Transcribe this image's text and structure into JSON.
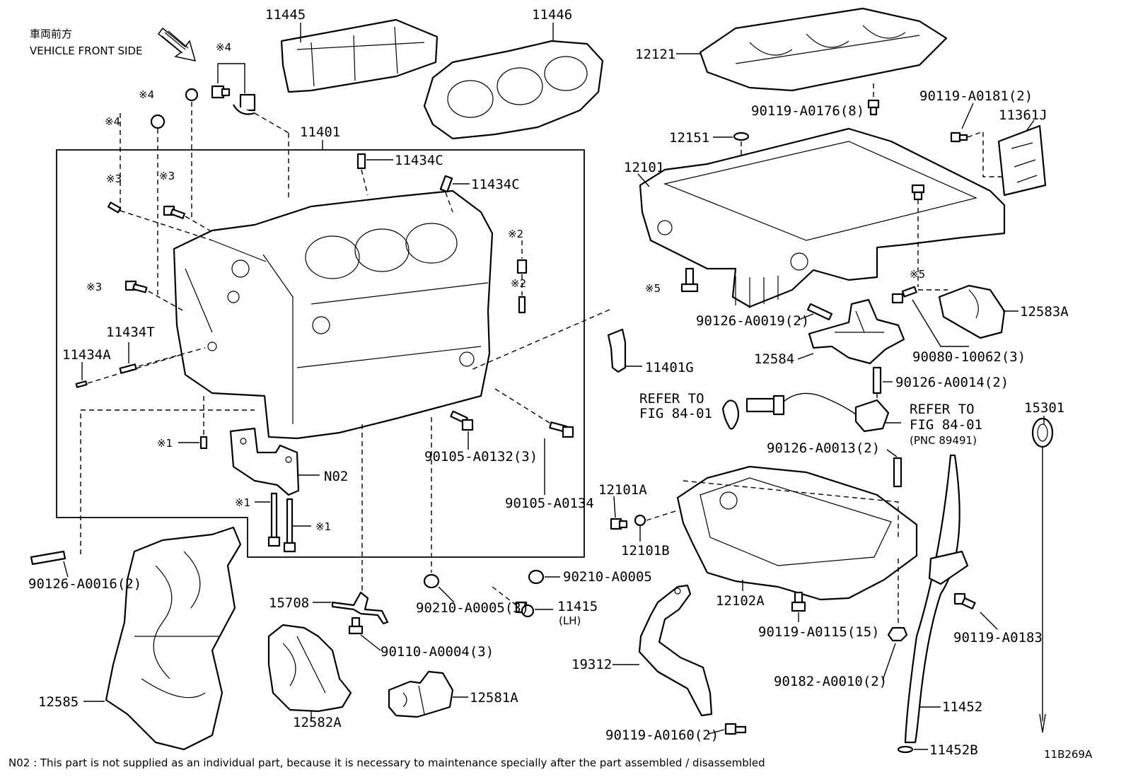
{
  "header": {
    "direction_jp": "車両前方",
    "direction_en": "VEHICLE FRONT SIDE"
  },
  "labels": {
    "p11445": "11445",
    "p11446": "11446",
    "p12121": "12121",
    "p90119_a0176": "90119-A0176(8)",
    "p90119_a0181": "90119-A0181(2)",
    "p11361j": "11361J",
    "p12151": "12151",
    "p12101": "12101",
    "p11401": "11401",
    "p11434c_1": "11434C",
    "p11434c_2": "11434C",
    "mark4_a": "※4",
    "mark4_b": "※4",
    "mark4_c": "※4",
    "mark3_a": "※3",
    "mark3_b": "※3",
    "mark3_c": "※3",
    "mark2_a": "※2",
    "mark2_b": "※2",
    "mark1_a": "※1",
    "mark1_b": "※1",
    "mark1_c": "※1",
    "mark5_a": "※5",
    "mark5_b": "※5",
    "p11434t": "11434T",
    "p11434a": "11434A",
    "p11401g": "11401G",
    "p90126_a0019": "90126-A0019(2)",
    "p12584": "12584",
    "p12583a": "12583A",
    "p90080_10062": "90080-10062(3)",
    "p90126_a0014": "90126-A0014(2)",
    "refer_to_1": "REFER TO",
    "fig_84_01_1": "FIG 84-01",
    "refer_to_2": "REFER TO",
    "fig_84_01_2": "FIG 84-01",
    "pnc_89491": "(PNC 89491)",
    "p15301": "15301",
    "p90105_a0132": "90105-A0132(3)",
    "p90105_a0134": "90105-A0134",
    "pn02": "N02",
    "p90126_a0013": "90126-A0013(2)",
    "p12101a": "12101A",
    "p12101b": "12101B",
    "p12102a": "12102A",
    "p90126_a0016": "90126-A0016(2)",
    "p90210_a0005_3": "90210-A0005(3)",
    "p90210_a0005": "90210-A0005",
    "p11415": "11415",
    "lh": "(LH)",
    "p15708": "15708",
    "p90110_a0004": "90110-A0004(3)",
    "p90119_a0115": "90119-A0115(15)",
    "p90119_a0183": "90119-A0183",
    "p19312": "19312",
    "p90182_a0010": "90182-A0010(2)",
    "p12585": "12585",
    "p12582a": "12582A",
    "p12581a": "12581A",
    "p90119_a0160": "90119-A0160(2)",
    "p11452": "11452",
    "p11452b": "11452B"
  },
  "footer": {
    "note": "N02 : This part is not supplied as an individual part, because it is necessary to maintenance specially after the part assembled / disassembled",
    "code": "11B269A"
  }
}
